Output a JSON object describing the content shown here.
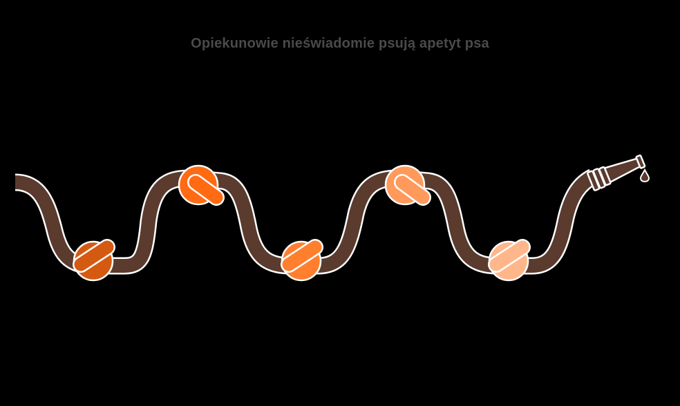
{
  "title": "Opiekunowie nieświadomie psują apetyt psa",
  "colors": {
    "background": "#000000",
    "title": "#4a4a4a",
    "hose": "#5a3b2e",
    "outline": "#ffffff",
    "knots": [
      "#d45a12",
      "#ff6a13",
      "#ff7f2e",
      "#ff9a5c",
      "#ffb68a"
    ]
  },
  "diagram": {
    "elements": [
      {
        "type": "hose",
        "label": "garden-hose"
      },
      {
        "type": "knot",
        "index": 1,
        "color": "#d45a12"
      },
      {
        "type": "knot",
        "index": 2,
        "color": "#ff6a13"
      },
      {
        "type": "knot",
        "index": 3,
        "color": "#ff7f2e"
      },
      {
        "type": "knot",
        "index": 4,
        "color": "#ff9a5c"
      },
      {
        "type": "knot",
        "index": 5,
        "color": "#ffb68a"
      },
      {
        "type": "nozzle",
        "label": "hose-nozzle"
      },
      {
        "type": "drop",
        "label": "water-drop"
      }
    ]
  }
}
